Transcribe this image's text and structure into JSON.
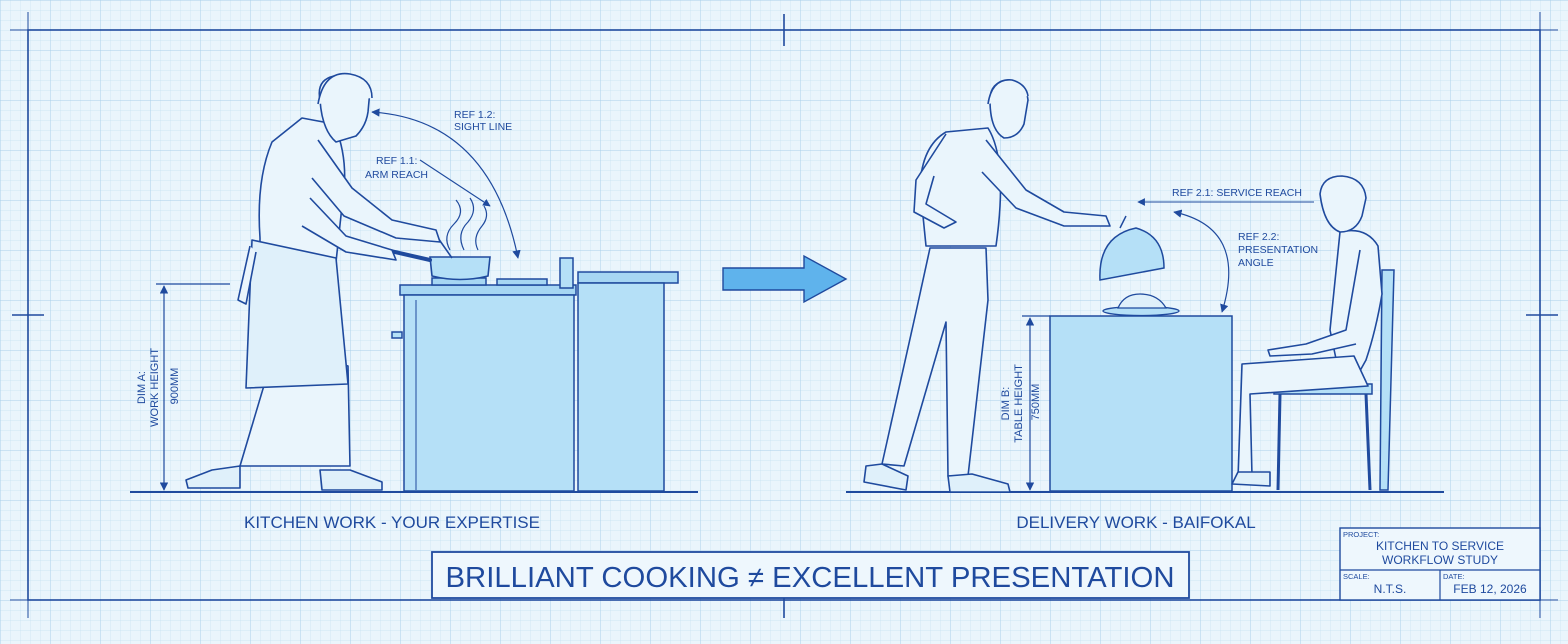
{
  "refs": {
    "r11": {
      "code": "REF 1.1:",
      "text": "ARM REACH"
    },
    "r12": {
      "code": "REF 1.2:",
      "text": "SIGHT LINE"
    },
    "r21": {
      "code": "REF 2.1: SERVICE REACH"
    },
    "r22": {
      "code": "REF 2.2:",
      "l2": "PRESENTATION",
      "l3": "ANGLE"
    }
  },
  "dims": {
    "a": {
      "l1": "DIM A:",
      "l2": "WORK HEIGHT",
      "l3": "900MM"
    },
    "b": {
      "l1": "DIM B:",
      "l2": "TABLE HEIGHT",
      "l3": "750MM"
    }
  },
  "captions": {
    "kitchen": "KITCHEN WORK - YOUR EXPERTISE",
    "delivery": "DELIVERY WORK - BAIFOKAL"
  },
  "headline": "BRILLIANT COOKING ≠ EXCELLENT PRESENTATION",
  "title_block": {
    "project_label": "PROJECT:",
    "project_l1": "KITCHEN TO SERVICE",
    "project_l2": "WORKFLOW STUDY",
    "scale_label": "SCALE:",
    "scale_value": "N.T.S.",
    "date_label": "DATE:",
    "date_value": "FEB 12, 2026"
  },
  "colors": {
    "ink": "#1f4a9e",
    "paper": "#eaf5fc",
    "fill": "#b5e0f7",
    "arrow": "#5fb3ec"
  }
}
